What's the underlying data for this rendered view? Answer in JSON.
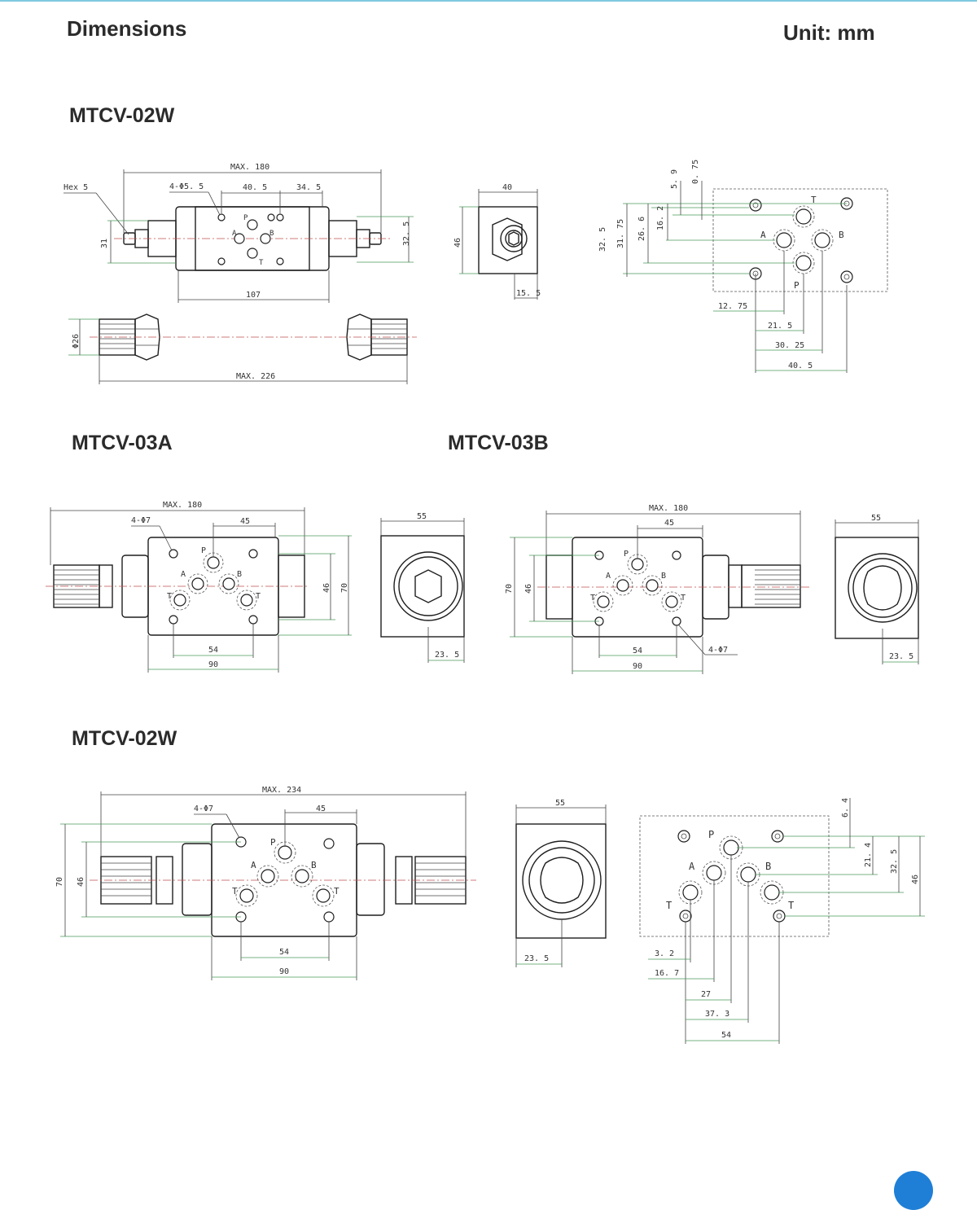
{
  "header": {
    "title": "Dimensions",
    "unit": "Unit: mm"
  },
  "sections": {
    "s1": "MTCV-02W",
    "s2": "MTCV-03A",
    "s3": "MTCV-03B",
    "s4": "MTCV-02W"
  },
  "dims_02w_top": {
    "max180": "MAX. 180",
    "hex5": "Hex 5",
    "holes": "4-Φ5. 5",
    "d40_5": "40. 5",
    "d34_5": "34. 5",
    "d31": "31",
    "d32_5": "32. 5",
    "d107": "107",
    "d40": "40",
    "d46": "46",
    "d15_5": "15. 5",
    "phi26": "Φ26",
    "max226": "MAX. 226",
    "d5_9": "5. 9",
    "d0_75": "0. 75",
    "d16_2": "16. 2",
    "d26_6": "26. 6",
    "d31_75": "31. 75",
    "d32_5b": "32. 5",
    "d12_75": "12. 75",
    "d21_5": "21. 5",
    "d30_25": "30. 25",
    "d40_5b": "40. 5",
    "port_T": "T",
    "port_A": "A",
    "port_B": "B",
    "port_P": "P"
  },
  "dims_03a": {
    "max180": "MAX. 180",
    "holes": "4-Φ7",
    "d45": "45",
    "d46": "46",
    "d70": "70",
    "d54": "54",
    "d90": "90",
    "d55": "55",
    "d23_5": "23. 5",
    "port_P": "P",
    "port_A": "A",
    "port_B": "B",
    "port_T1": "T",
    "port_T2": "T"
  },
  "dims_03b": {
    "max180": "MAX. 180",
    "d45": "45",
    "d70": "70",
    "d46": "46",
    "d54": "54",
    "d90": "90",
    "holes": "4-Φ7",
    "d55": "55",
    "d23_5": "23. 5",
    "port_P": "P",
    "port_A": "A",
    "port_B": "B",
    "port_T1": "T",
    "port_T2": "T"
  },
  "dims_02w_bottom": {
    "max234": "MAX. 234",
    "holes": "4-Φ7",
    "d45": "45",
    "d70": "70",
    "d46": "46",
    "d54": "54",
    "d90": "90",
    "d55": "55",
    "d23_5": "23. 5",
    "d6_4": "6. 4",
    "d21_4": "21. 4",
    "d32_5": "32. 5",
    "d46b": "46",
    "d3_2": "3. 2",
    "d16_7": "16. 7",
    "d27": "27",
    "d37_3": "37. 3",
    "d54b": "54",
    "port_P": "P",
    "port_A": "A",
    "port_B": "B",
    "port_T1": "T",
    "port_T2": "T"
  }
}
